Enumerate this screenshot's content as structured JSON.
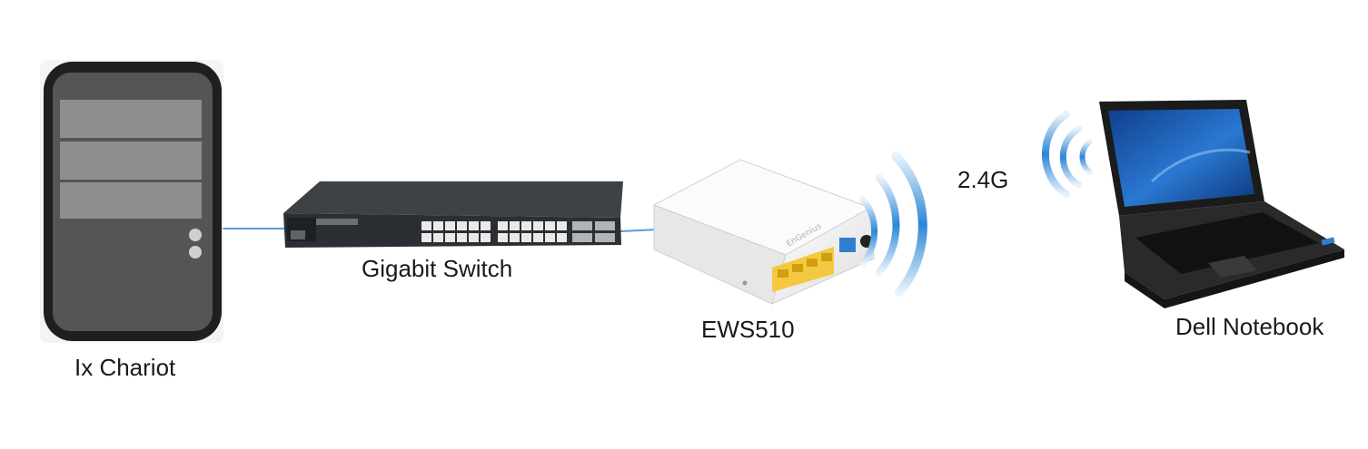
{
  "diagram": {
    "nodes": {
      "server": {
        "label": "Ix Chariot",
        "icon": "tower-server-icon"
      },
      "switch": {
        "label": "Gigabit Switch",
        "icon": "network-switch-icon"
      },
      "access_point": {
        "label": "EWS510",
        "icon": "wall-access-point-icon"
      },
      "laptop": {
        "label": "Dell Notebook",
        "icon": "laptop-icon"
      }
    },
    "links": [
      {
        "from": "server",
        "to": "switch",
        "type": "wired"
      },
      {
        "from": "switch",
        "to": "access_point",
        "type": "wired"
      },
      {
        "from": "access_point",
        "to": "laptop",
        "type": "wireless",
        "label": "2.4G"
      }
    ],
    "colors": {
      "cable": "#5b9bd5",
      "wifi_wave": "#3d8fd9",
      "server_body": "#3a3a3a",
      "switch_body": "#2b2f33",
      "switch_port": "#e9e9e9",
      "ap_body": "#f2f2f2",
      "ap_port": "#f5c842",
      "laptop_screen": "#1f62b5"
    }
  }
}
